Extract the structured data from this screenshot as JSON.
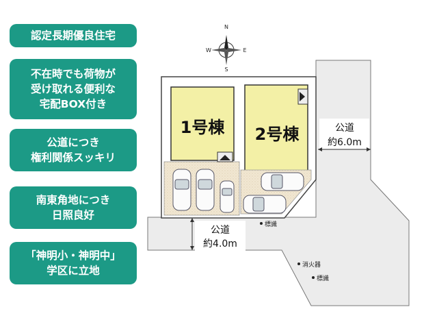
{
  "features": [
    {
      "text": "認定長期優良住宅"
    },
    {
      "text": "不在時でも荷物が\n受け取れる便利な\n宅配BOX付き"
    },
    {
      "text": "公道につき\n権利関係スッキリ"
    },
    {
      "text": "南東角地につき\n日照良好"
    },
    {
      "text": "「神明小・神明中」\n学区に立地"
    }
  ],
  "compass": {
    "n": "N",
    "s": "S",
    "e": "E",
    "w": "W"
  },
  "buildings": {
    "b1": "1号棟",
    "b2": "2号棟"
  },
  "roads": {
    "east": {
      "line1": "公道",
      "line2": "約6.0m"
    },
    "south": {
      "line1": "公道",
      "line2": "約4.0m"
    }
  },
  "markers": {
    "sign1": "標識",
    "hydrant": "消火器",
    "sign2": "標識"
  },
  "colors": {
    "badge": "#1c9a86",
    "building": "#f3f0a6",
    "road": "#ececec",
    "parking": "#f1e7d2"
  }
}
